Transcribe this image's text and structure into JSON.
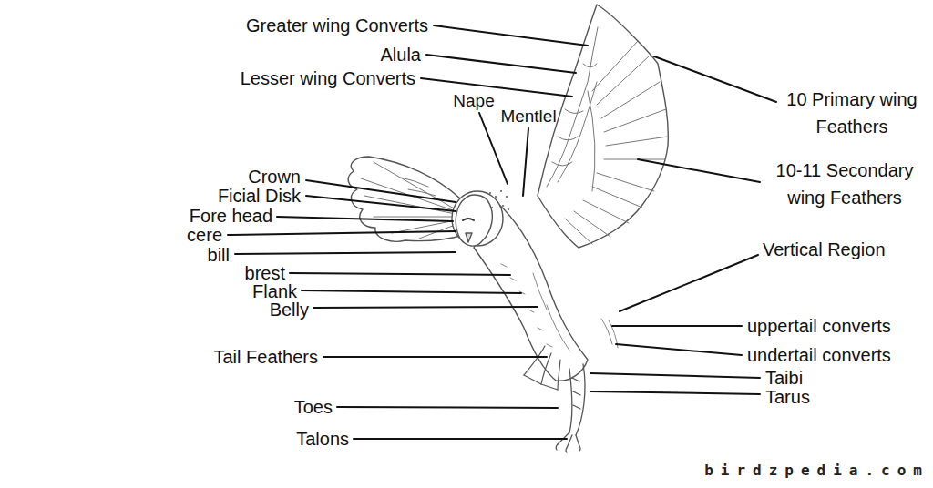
{
  "diagram": {
    "labels": [
      "Greater wing Converts",
      "Alula",
      "Lesser wing Converts",
      "Nape",
      "Mentlel",
      "10 Primary wing Feathers",
      "Crown",
      "Ficial Disk",
      "Fore head",
      "cere",
      "bill",
      "brest",
      "Flank",
      "Belly",
      "10-11 Secondary wing Feathers",
      "Vertical Region",
      "uppertail converts",
      "undertail converts",
      "Tail Feathers",
      "Taibi",
      "Tarus",
      "Toes",
      "Talons",
      "birdzpedia.com"
    ]
  }
}
